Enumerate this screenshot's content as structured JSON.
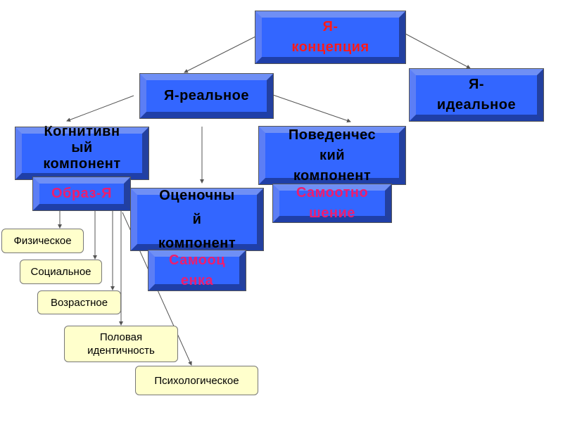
{
  "nodes": {
    "self_concept": "Я-\nконцепция",
    "real_self": "Я-реальное",
    "ideal_self": "Я-\nидеальное",
    "cognitive": "Когнитивн\nый\nкомпонент",
    "self_image": "Образ-Я",
    "evaluative": "Оценочны\nй\nкомпонент",
    "self_esteem": "Самооц\nенка",
    "behavioral": "Поведенчес\nкий\nкомпонент",
    "self_attitude": "Самоотно\nшение"
  },
  "aspects": [
    "Физическое",
    "Социальное",
    "Возрастное",
    "Половая\nидентичность",
    "Психологическое"
  ],
  "colors": {
    "box_fill": "#3366ff",
    "title_text": "#ff1a1a",
    "sub_text": "#ee1d6e",
    "note_fill": "#ffffcc"
  }
}
